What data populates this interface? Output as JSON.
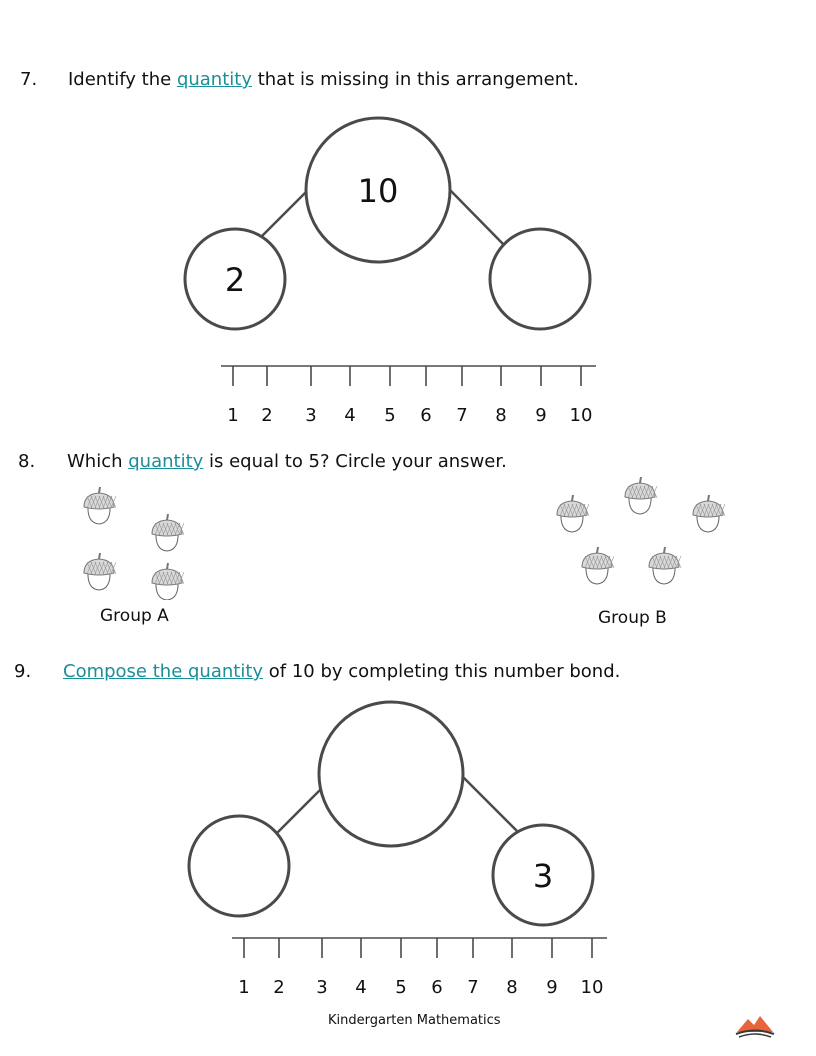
{
  "q7": {
    "number": "7.",
    "text_before": "Identify the ",
    "link": "quantity",
    "text_after": " that is missing in this arrangement.",
    "bond": {
      "whole": "10",
      "part_left": "2",
      "part_right": ""
    }
  },
  "number_line": {
    "labels": [
      "1",
      "2",
      "3",
      "4",
      "5",
      "6",
      "7",
      "8",
      "9",
      "10"
    ]
  },
  "q8": {
    "number": "8.",
    "text_before": "Which ",
    "link": "quantity",
    "text_after": " is equal to 5? Circle your answer.",
    "groups": [
      {
        "label": "Group A",
        "count": 4,
        "icon": "acorn-icon"
      },
      {
        "label": "Group B",
        "count": 5,
        "icon": "acorn-icon"
      }
    ]
  },
  "q9": {
    "number": "9.",
    "link": "Compose the quantity",
    "text_after": " of 10 by completing this number bond.",
    "bond": {
      "whole": "",
      "part_left": "",
      "part_right": "3"
    }
  },
  "footer": {
    "text": "Kindergarten  Mathematics",
    "logo_icon": "mountain-logo-icon"
  },
  "colors": {
    "link": "#1a8f9a",
    "outline": "#4a4a4a",
    "logo": "#e8643a"
  }
}
